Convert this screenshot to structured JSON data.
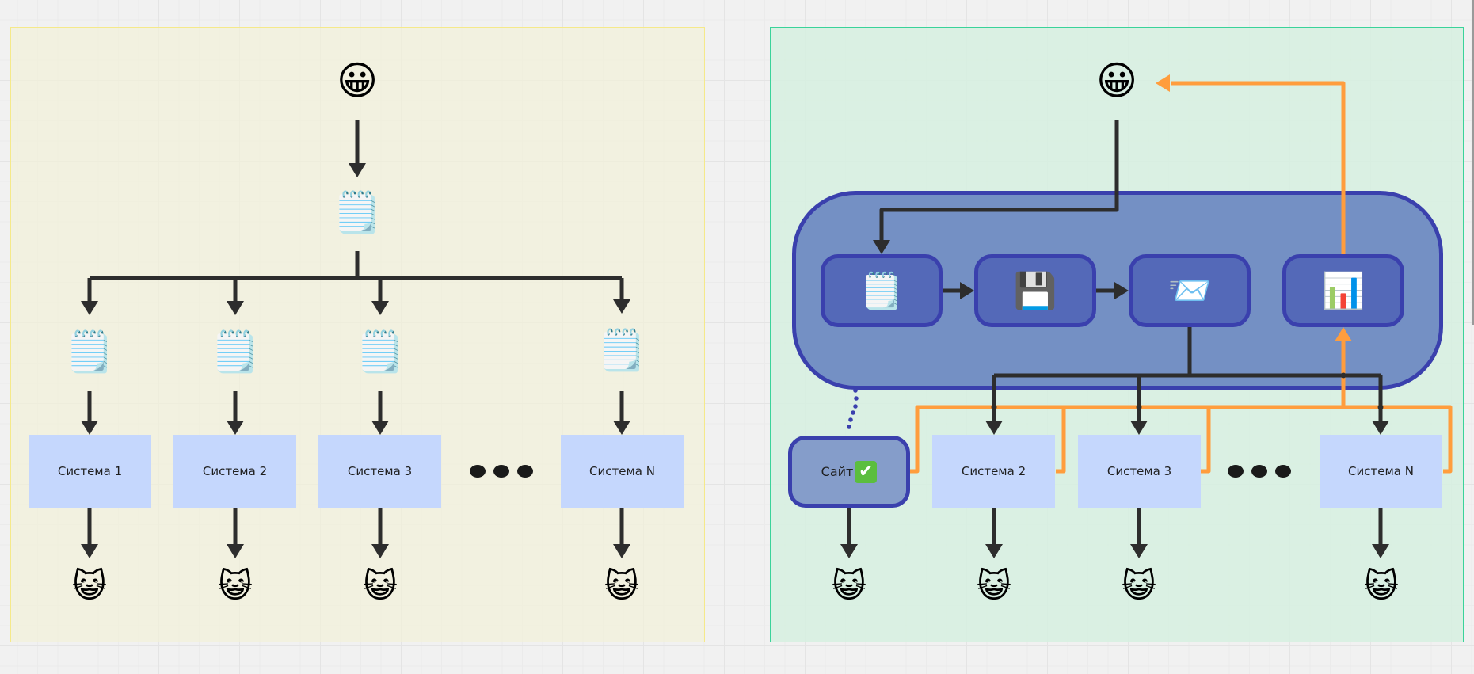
{
  "left_panel": {
    "user_icon": "grinning-face",
    "central_doc_icon": "spiral-notepad",
    "systems": [
      {
        "label": "Система 1",
        "doc_icon": "spiral-notepad",
        "consumer_icon": "cat-face"
      },
      {
        "label": "Система 2",
        "doc_icon": "spiral-notepad",
        "consumer_icon": "cat-face"
      },
      {
        "label": "Система 3",
        "doc_icon": "spiral-notepad",
        "consumer_icon": "cat-face"
      },
      {
        "label": "Система N",
        "doc_icon": "spiral-notepad",
        "consumer_icon": "cat-face"
      }
    ],
    "ellipsis": "•••"
  },
  "right_panel": {
    "user_icon": "grinning-face",
    "pipeline": [
      {
        "name": "document",
        "icon": "spiral-notepad"
      },
      {
        "name": "storage",
        "icon": "floppy-disk"
      },
      {
        "name": "distribution",
        "icon": "incoming-envelope"
      },
      {
        "name": "analytics",
        "icon": "bar-chart"
      }
    ],
    "site": {
      "label": "Сайт",
      "status_icon": "check-mark-button"
    },
    "systems": [
      {
        "label": "Система 2",
        "consumer_icon": "cat-face"
      },
      {
        "label": "Система 3",
        "consumer_icon": "cat-face"
      },
      {
        "label": "Система N",
        "consumer_icon": "cat-face"
      }
    ],
    "site_consumer_icon": "cat-face",
    "ellipsis": "•••"
  },
  "glyphs": {
    "grinning-face": "😀",
    "spiral-notepad": "🗒️",
    "cat-face": "😺",
    "floppy-disk": "💾",
    "incoming-envelope": "📨",
    "bar-chart": "📊",
    "check-mark-button": "✔"
  },
  "colors": {
    "arrow": "#2d2d2d",
    "feedback": "#ff9d3d",
    "platform_border": "#3a40ad",
    "platform_fill": "#7490c4",
    "system_fill": "#c5d7fd"
  }
}
